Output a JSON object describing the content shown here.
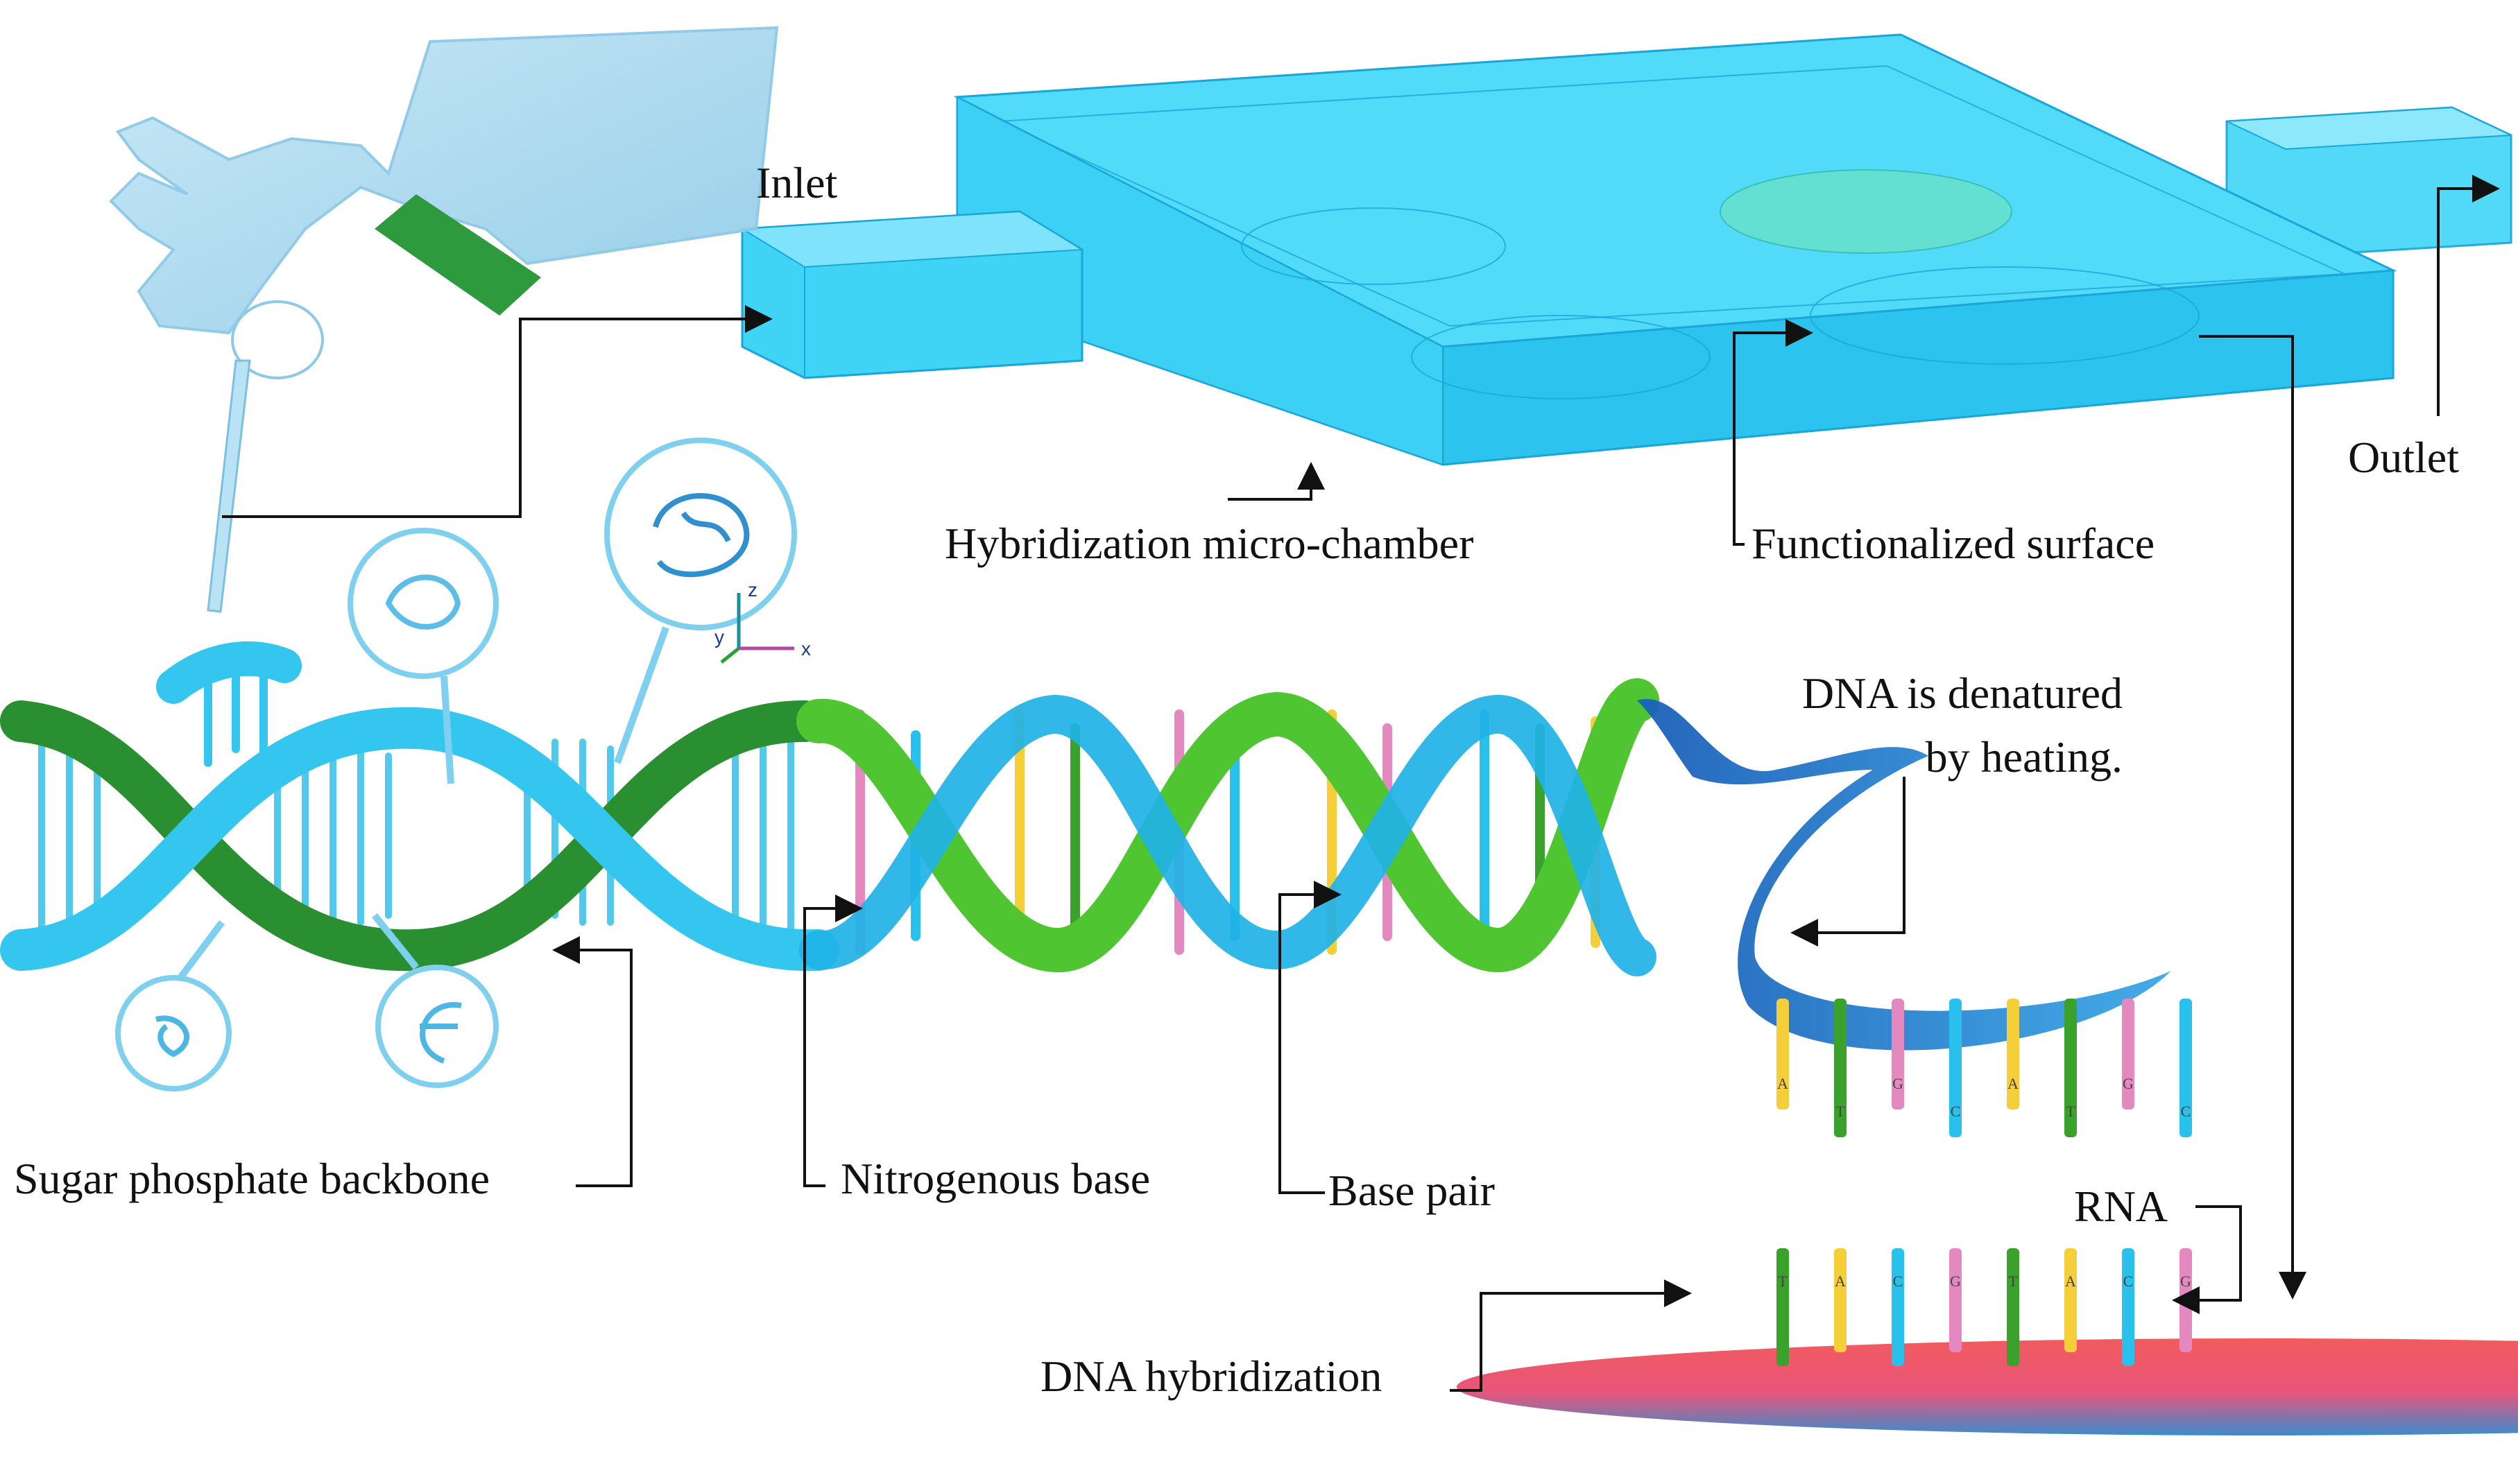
{
  "labels": {
    "inlet": "Inlet",
    "outlet": "Outlet",
    "hybridization_chamber": "Hybridization micro-chamber",
    "functionalized_surface": "Functionalized surface",
    "dna_denatured_line1": "DNA is denatured",
    "dna_denatured_line2": "by heating.",
    "sugar_phosphate_backbone": "Sugar phosphate backbone",
    "nitrogenous_base": "Nitrogenous base",
    "base_pair": "Base pair",
    "rna": "RNA",
    "dna_hybridization": "DNA hybridization"
  },
  "axis_letters": {
    "z": "z",
    "y": "y",
    "x": "x"
  },
  "single_strand_bases": [
    "A",
    "T",
    "G",
    "C",
    "A",
    "T",
    "G",
    "C"
  ],
  "hybridized_bases": [
    "T",
    "A",
    "C",
    "G",
    "T",
    "A",
    "C",
    "G"
  ],
  "colors": {
    "chamber_fill": "#3fd3f5",
    "chamber_edge": "#1aa6d8",
    "spot": "#63e0d2",
    "strand_green": "#2e9e2a",
    "strand_cyan": "#34c6ee",
    "strand_blue": "#1a5fb8",
    "base_yellow": "#f5cf3a",
    "base_pink": "#e389c0",
    "base_cyan": "#29c1ec",
    "base_green": "#3aa12c",
    "surface_red": "#ef5a5e",
    "surface_blue": "#3c88c9",
    "glove": "#a9d8ee",
    "cuff": "#2e9a3e",
    "arrow": "#111111"
  }
}
